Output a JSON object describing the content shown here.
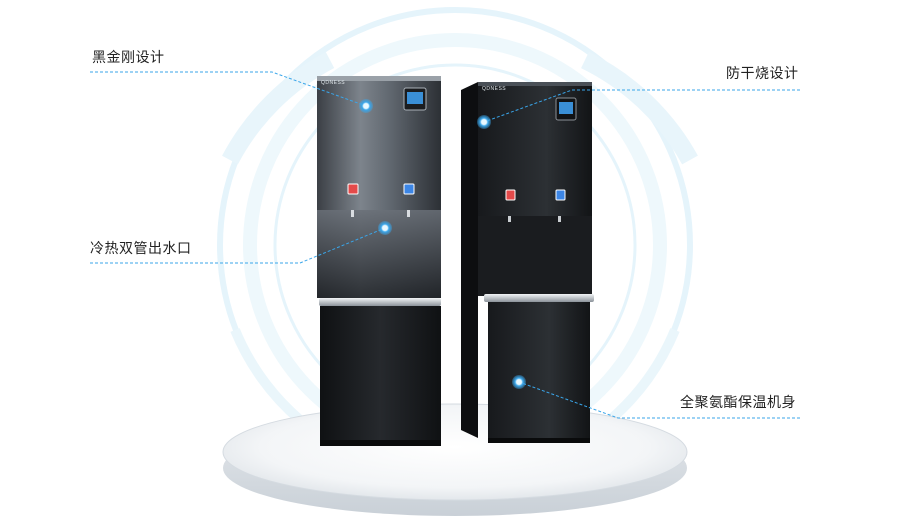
{
  "callouts": {
    "top_left": "黑金刚设计",
    "top_right": "防干烧设计",
    "mid_left": "冷热双管出水口",
    "bottom_right": "全聚氨酯保温机身"
  },
  "product": {
    "brand_text": "QDNESS"
  },
  "colors": {
    "accent": "#3aa6ea",
    "ring": "#e3f4fb",
    "cabinet": "#1b1d20"
  }
}
